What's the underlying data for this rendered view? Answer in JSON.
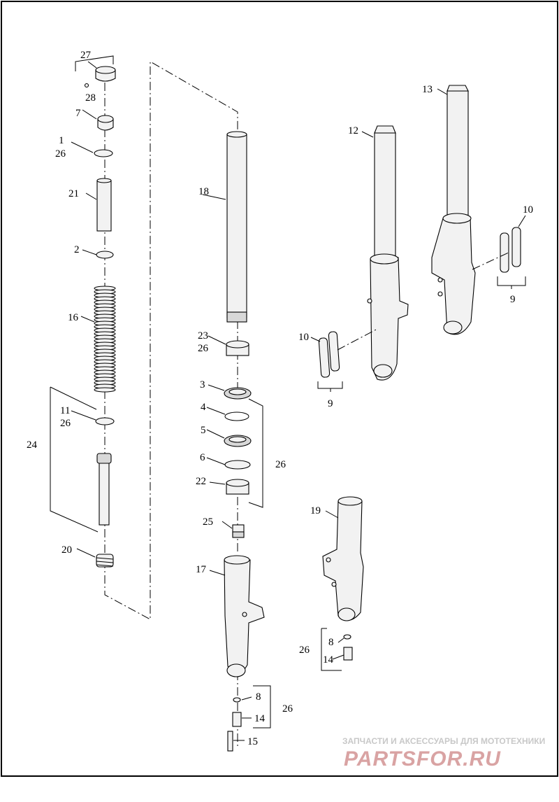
{
  "diagram": {
    "callouts": {
      "c27": "27",
      "c28": "28",
      "c7": "7",
      "c1": "1",
      "c26a": "26",
      "c21": "21",
      "c2": "2",
      "c16": "16",
      "c11": "11",
      "c26b": "26",
      "c24": "24",
      "c20": "20",
      "c18": "18",
      "c23": "23",
      "c26c": "26",
      "c3": "3",
      "c4": "4",
      "c5": "5",
      "c6": "6",
      "c22": "22",
      "c26d": "26",
      "c25": "25",
      "c17": "17",
      "c8a": "8",
      "c14a": "14",
      "c26e": "26",
      "c15": "15",
      "c12": "12",
      "c13": "13",
      "c10a": "10",
      "c9a": "9",
      "c10b": "10",
      "c9b": "9",
      "c19": "19",
      "c26f": "26",
      "c8b": "8",
      "c14b": "14"
    }
  },
  "watermark": {
    "caption": "ЗАПЧАСТИ И АКСЕССУАРЫ ДЛЯ МОТОТЕХНИКИ",
    "brand": "PARTSFOR.RU"
  }
}
